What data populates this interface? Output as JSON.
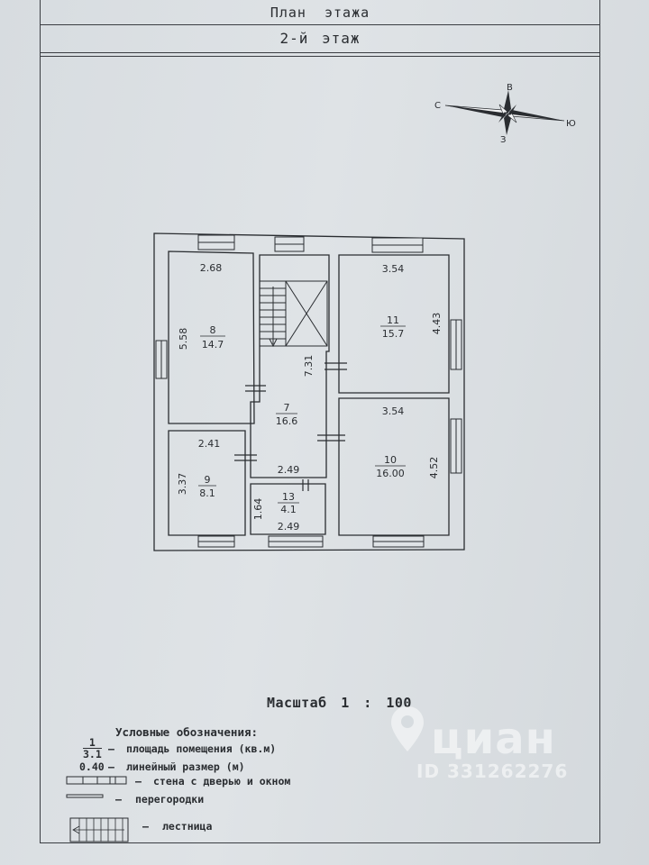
{
  "header": {
    "plan_title": "План этажа",
    "floor_title": "2-й этаж"
  },
  "compass": {
    "north": "С",
    "east": "В",
    "south": "Ю",
    "west": "З"
  },
  "rooms": [
    {
      "number": "8",
      "area": "14.7",
      "dimensions": [
        "2.68",
        "5.58"
      ]
    },
    {
      "number": "9",
      "area": "8.1",
      "dimensions": [
        "2.41",
        "3.37"
      ]
    },
    {
      "number": "7",
      "area": "16.6",
      "dimensions": [
        "7.31",
        "2.49"
      ]
    },
    {
      "number": "13",
      "area": "4.1",
      "dimensions": [
        "1.64",
        "2.49"
      ]
    },
    {
      "number": "11",
      "area": "15.7",
      "dimensions": [
        "3.54",
        "4.43"
      ]
    },
    {
      "number": "10",
      "area": "16.00",
      "dimensions": [
        "3.54",
        "4.52"
      ]
    }
  ],
  "scale_label": "Масштаб 1 : 100",
  "legend": {
    "title": "Условные обозначения:",
    "area_example_num": "1",
    "area_example_den": "3.1",
    "area_desc": "площадь помещения (кв.м)",
    "size_example": "0.40",
    "size_desc": "линейный размер (м)",
    "wall_desc": "стена с дверью и окном",
    "partition_desc": "перегородки",
    "stairs_desc": "лестница",
    "dash": "–"
  },
  "watermark": {
    "brand": "циан",
    "id": "ID 331262276"
  }
}
